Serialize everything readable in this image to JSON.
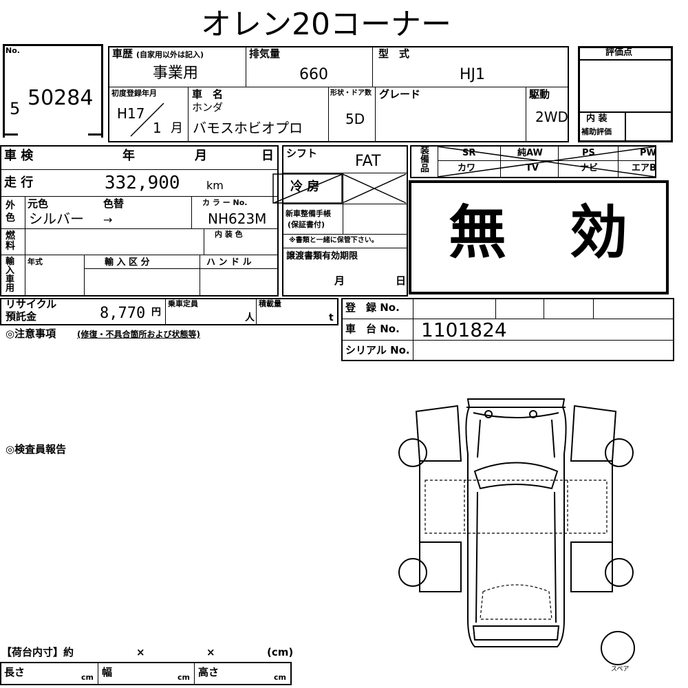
{
  "title": "オレン20コーナー",
  "no": {
    "label": "No.",
    "value": "50284",
    "prefix": "5"
  },
  "history": {
    "label": "車歴",
    "note": "(自家用以外は記入)",
    "value": "事業用"
  },
  "displacement": {
    "label": "排気量",
    "value": "660"
  },
  "model_type": {
    "label": "型　式",
    "value": "HJ1"
  },
  "rating": {
    "label": "評価点",
    "interior_label": "内 装",
    "aux_label": "補助評価"
  },
  "first_reg": {
    "label": "初度登録年月",
    "era_year": "H17",
    "month": "1",
    "month_unit": "月"
  },
  "car_name": {
    "label": "車　名",
    "maker": "ホンダ",
    "value": "バモスホビオプロ"
  },
  "doors": {
    "label": "形状・ドア数",
    "value": "5D"
  },
  "grade": {
    "label": "グレード",
    "value": ""
  },
  "drive": {
    "label": "駆動",
    "value": "2WD"
  },
  "inspection": {
    "label": "車 検",
    "year": "年",
    "month": "月",
    "day": "日"
  },
  "shift": {
    "label": "シフト",
    "value": "FAT"
  },
  "equipment": {
    "label": "装備品",
    "items": [
      "SR",
      "純AW",
      "PS",
      "PW",
      "カワ",
      "TV",
      "ナビ",
      "エアB"
    ]
  },
  "ac": {
    "label": "冷 房"
  },
  "mileage": {
    "label": "走 行",
    "value": "332,900",
    "unit": "km"
  },
  "color": {
    "label": "外色",
    "original_label": "元色",
    "changed_label": "色替",
    "value": "シルバー",
    "arrow": "→",
    "code_label": "カ ラ ー No.",
    "code": "NH623M",
    "interior_label": "内 装 色"
  },
  "service_record": {
    "label": "新車整備手帳",
    "sub": "(保証書付)",
    "note": "※書類と一緒に保管下さい。"
  },
  "fuel": {
    "label": "燃料"
  },
  "void_stamp": "無　効",
  "import": {
    "label": "輸入車用",
    "year_label": "年式",
    "category_label": "輸 入 区 分",
    "handle_label": "ハ ン ド ル"
  },
  "transfer": {
    "label": "譲渡書類有効期限",
    "month": "月",
    "day": "日"
  },
  "recycle": {
    "label1": "リサイクル",
    "label2": "預託金",
    "value": "8,770",
    "unit": "円"
  },
  "capacity": {
    "label": "乗車定員",
    "unit": "人"
  },
  "load": {
    "label": "積載量",
    "unit": "t"
  },
  "registration": {
    "label": "登　録 No."
  },
  "chassis": {
    "label": "車　台 No.",
    "value": "1101824"
  },
  "serial": {
    "label": "シリアル No."
  },
  "caution": {
    "label": "◎注意事項",
    "sub": "(修復・不具合箇所および状態等)"
  },
  "inspector": {
    "label": "◎検査員報告"
  },
  "cargo": {
    "label": "【荷台内寸】約",
    "x1": "×",
    "x2": "×",
    "unit": "(cm)",
    "length": "長さ",
    "width": "幅",
    "height": "高さ",
    "cm": "cm"
  },
  "spare_label": "スペア"
}
